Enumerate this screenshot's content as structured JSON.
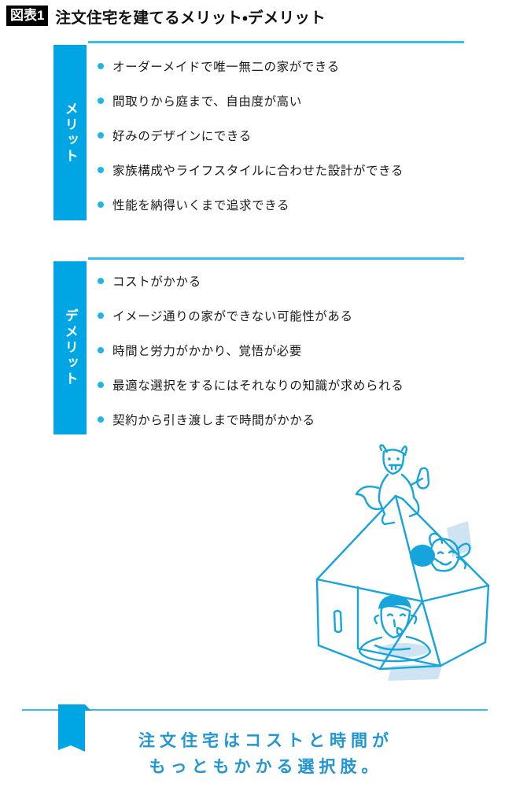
{
  "header": {
    "badge": "図表1",
    "title": "注文住宅を建てるメリット・デメリット"
  },
  "sections": [
    {
      "tab_label": "メリット",
      "items": [
        "オーダーメイドで唯一無二の家ができる",
        "間取りから庭まで、自由度が高い",
        "好みのデザインにできる",
        "家族構成やライフスタイルに合わせた設計ができる",
        "性能を納得いくまで追求できる"
      ]
    },
    {
      "tab_label": "デメリット",
      "items": [
        "コストがかかる",
        "イメージ通りの家ができない可能性がある",
        "時間と労力がかかり、覚悟が必要",
        "最適な選択をするにはそれなりの知識が求められる",
        "契約から引き渡しまで時間がかかる"
      ]
    }
  ],
  "illustration": {
    "alt": "注文住宅の家と家族と犬のイラスト"
  },
  "footer": {
    "line1": "注文住宅はコストと時間が",
    "line2": "もっともかかる選択肢。"
  },
  "colors": {
    "accent": "#00a6e4",
    "rule": "#36bfe8",
    "bullet": "#21b5e6",
    "footer_text": "#2296d4",
    "badge_bg": "#000000",
    "text": "#1a1a1a",
    "illustration_line": "#16a4dd",
    "illustration_shadow": "#cfe4f2"
  }
}
